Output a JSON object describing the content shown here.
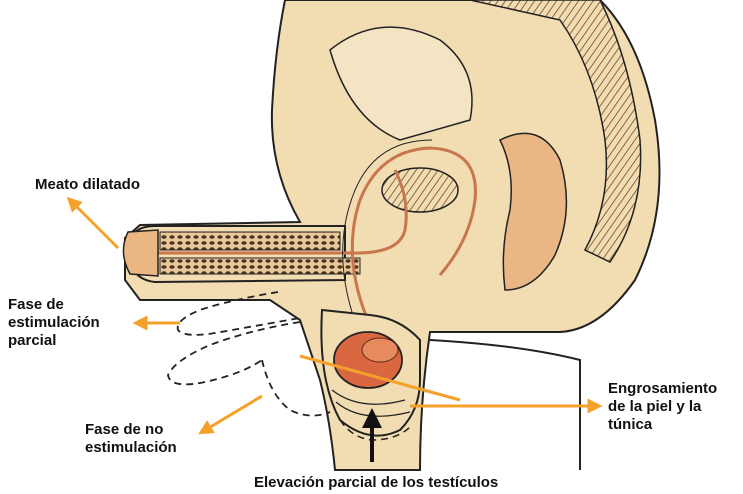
{
  "labels": {
    "meato": "Meato dilatado",
    "fase_estimulacion": [
      "Fase de",
      "estimulación",
      "parcial"
    ],
    "engrosamiento": [
      "Engrosamiento",
      "de la piel y la",
      "túnica"
    ],
    "fase_no_estimulacion": [
      "Fase de no",
      "estimulación"
    ],
    "elevacion": "Elevación parcial de los testículos"
  },
  "colors": {
    "arrow": "#F5A02A",
    "skin": "#F2DCB2",
    "outline": "#222222",
    "testis": "#D9673F",
    "background": "#FFFFFF"
  }
}
